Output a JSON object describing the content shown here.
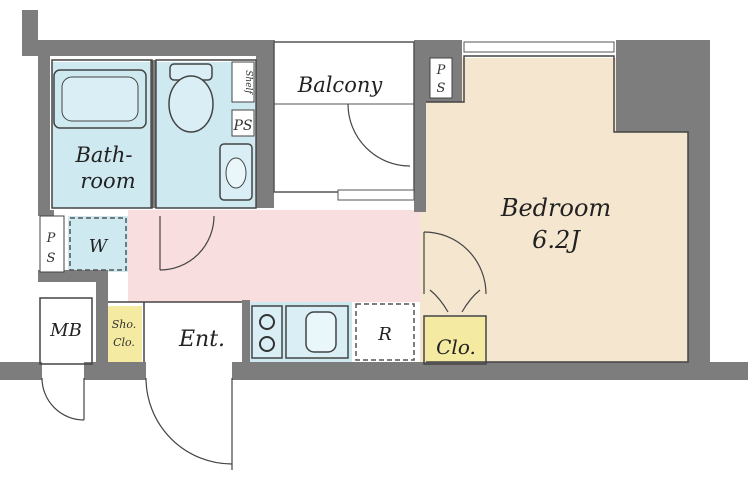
{
  "rooms": {
    "balcony": "Balcony",
    "bathroom_line1": "Bath-",
    "bathroom_line2": "room",
    "bedroom": "Bedroom",
    "bedroom_size": "6.2J",
    "washer": "W",
    "meter_box": "MB",
    "shoe_closet_line1": "Sho.",
    "shoe_closet_line2": "Clo.",
    "entrance": "Ent.",
    "refrigerator": "R",
    "closet": "Clo.",
    "shelf": "Shelf",
    "pipe_space_a": "P",
    "pipe_space_b": "S"
  },
  "colors": {
    "wall": "#7d7d7d",
    "bedroom_floor": "#f5e6cf",
    "corridor_floor": "#f8dede",
    "bath_fill": "#cfe9f0",
    "closet_fill": "#f5eaa2",
    "line": "#444444"
  }
}
